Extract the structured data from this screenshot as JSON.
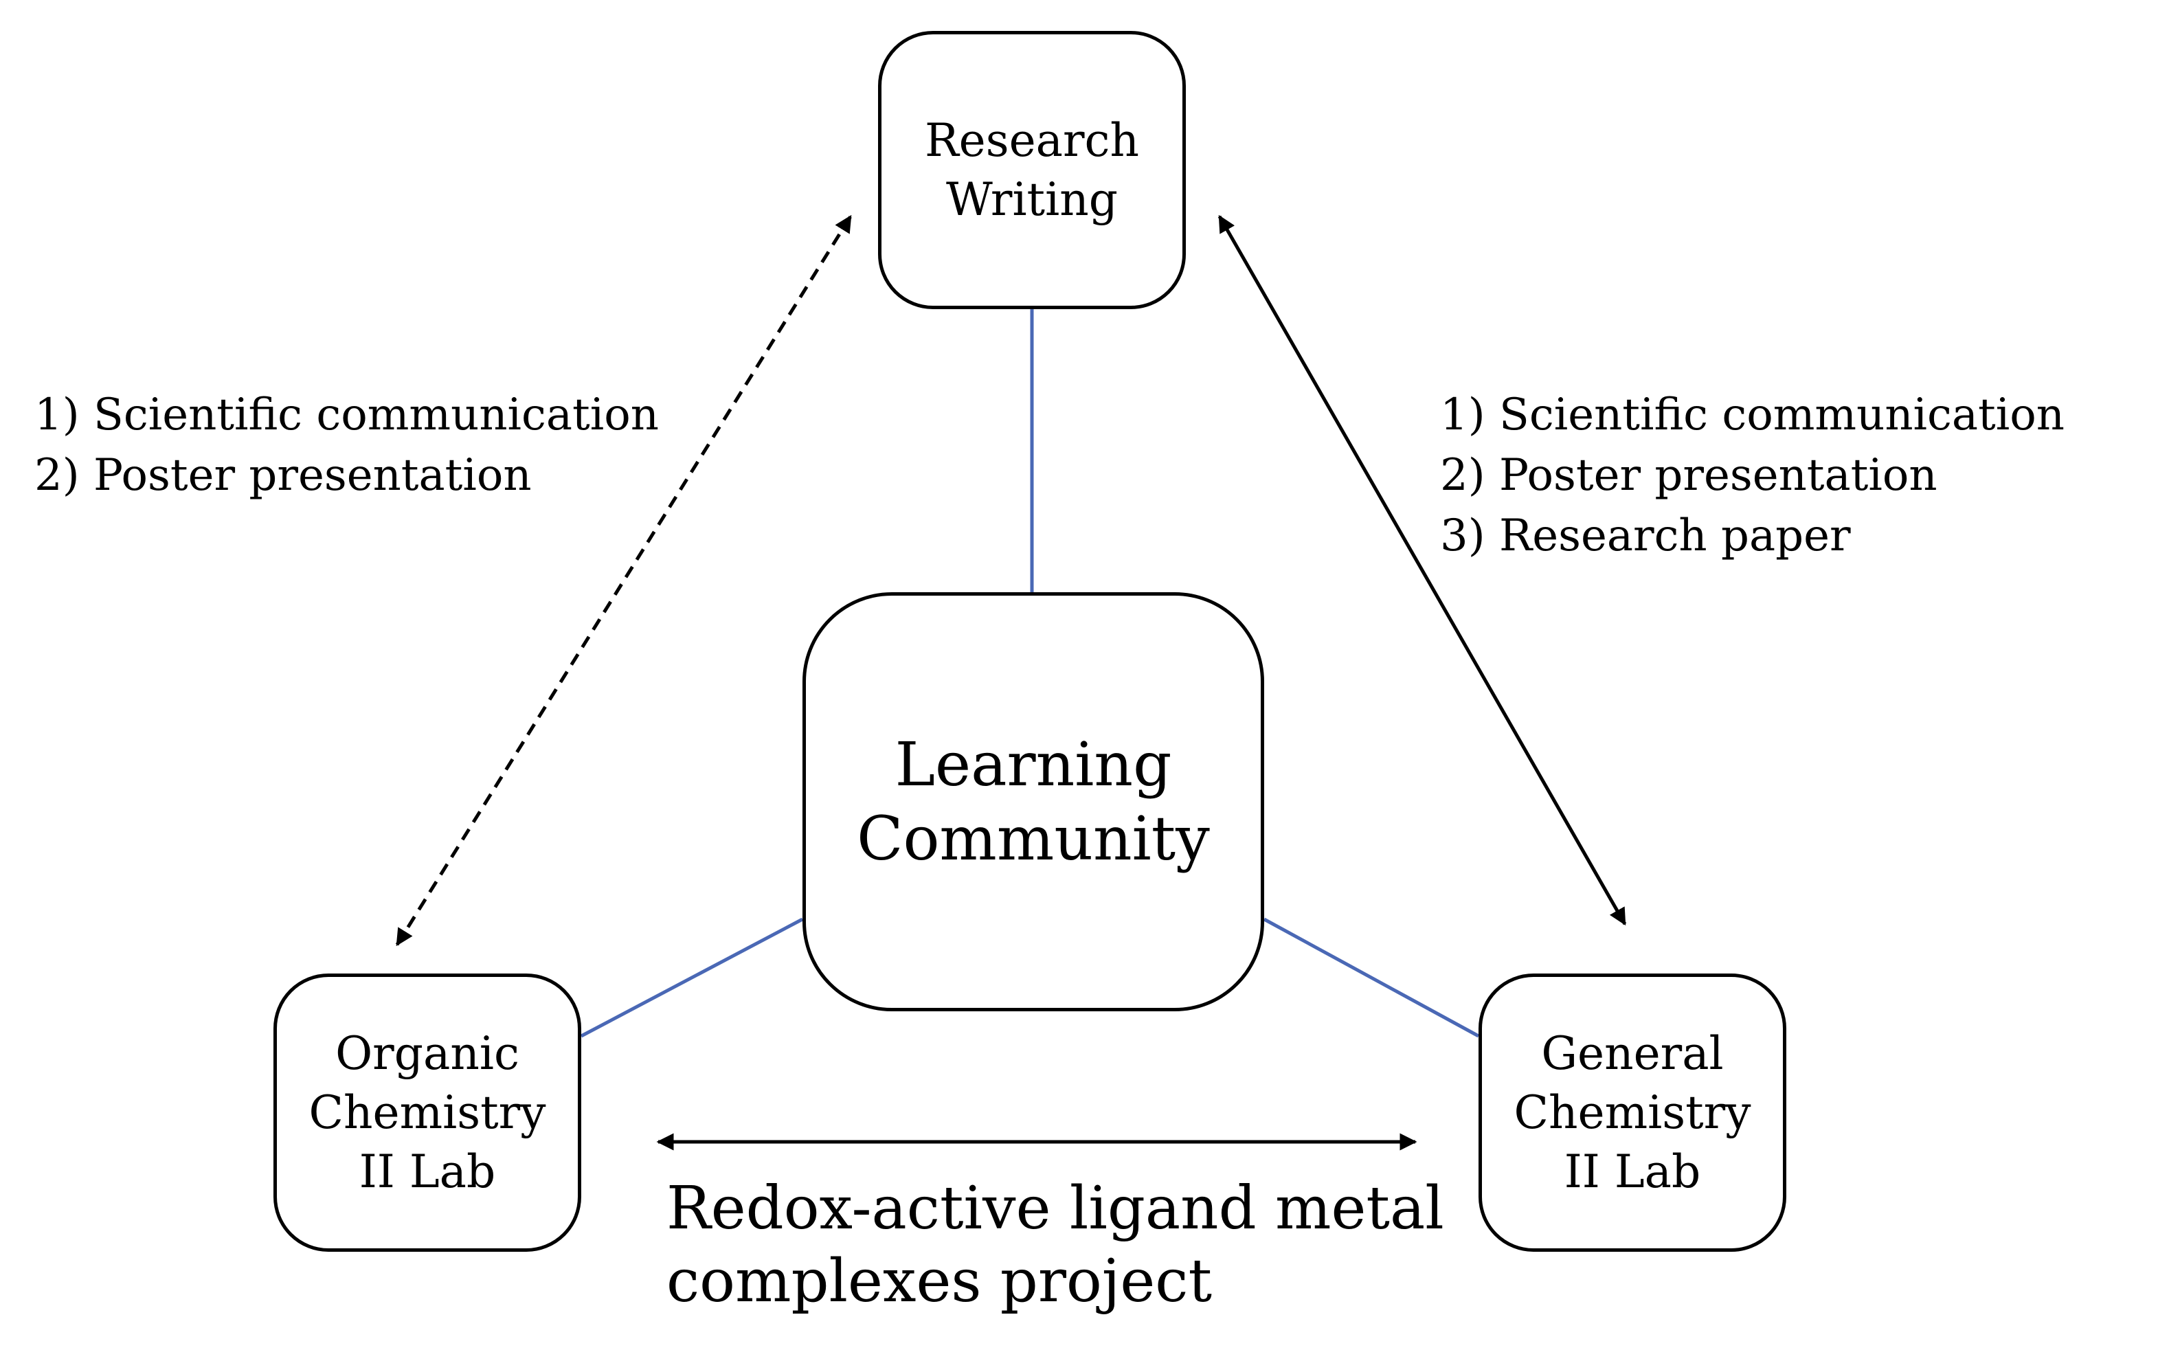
{
  "colors": {
    "background": "#ffffff",
    "node_border": "#000000",
    "text": "#000000",
    "connector_line": "#4a68b5",
    "arrow": "#000000"
  },
  "nodes": {
    "research_writing": {
      "lines": [
        "Research",
        "Writing"
      ]
    },
    "learning_community": {
      "lines": [
        "Learning",
        "Community"
      ]
    },
    "organic_chem_lab": {
      "lines": [
        "Organic",
        "Chemistry",
        "II Lab"
      ]
    },
    "general_chem_lab": {
      "lines": [
        "General",
        "Chemistry",
        "II Lab"
      ]
    }
  },
  "edges": [
    {
      "from": "learning_community",
      "to": "research_writing",
      "style": "solid-blue"
    },
    {
      "from": "learning_community",
      "to": "organic_chem_lab",
      "style": "solid-blue"
    },
    {
      "from": "learning_community",
      "to": "general_chem_lab",
      "style": "solid-blue"
    },
    {
      "from": "organic_chem_lab",
      "to": "research_writing",
      "style": "dashed-double-arrow"
    },
    {
      "from": "general_chem_lab",
      "to": "research_writing",
      "style": "solid-double-arrow"
    },
    {
      "from": "organic_chem_lab",
      "to": "general_chem_lab",
      "style": "solid-double-arrow"
    }
  ],
  "labels": {
    "left_link": [
      "1) Scientific communication",
      "2) Poster presentation"
    ],
    "right_link": [
      "1) Scientific communication",
      "2) Poster presentation",
      "3) Research paper"
    ],
    "project": [
      "Redox-active ligand metal",
      "complexes project"
    ]
  }
}
